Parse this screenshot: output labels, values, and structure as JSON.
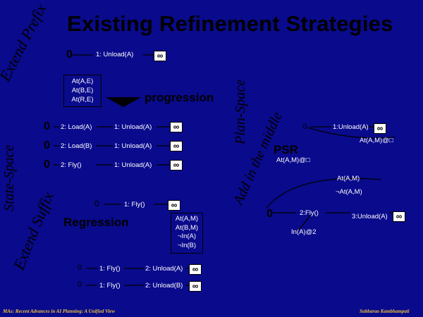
{
  "title": "Existing Refinement Strategies",
  "side_labels": {
    "extend_prefix": "Extend Prefix",
    "state_space": "State-Space",
    "extend_suffix": "Extend Suffix",
    "plan_space": "Plan-Space",
    "add_in_middle": "Add in the middle"
  },
  "progression": {
    "label": "progression",
    "top_zero": "0",
    "top_step": "1: Unload(A)",
    "top_state": [
      "At(A,E)",
      "At(B,E)",
      "At(R,E)"
    ],
    "rows": [
      {
        "zero": "0",
        "step1": "2: Load(A)",
        "step2": "1: Unload(A)"
      },
      {
        "zero": "0",
        "step1": "2: Load(B)",
        "step2": "1: Unload(A)"
      },
      {
        "zero": "0",
        "step1": "2: Fly()",
        "step2": "1: Unload(A)"
      }
    ]
  },
  "regression": {
    "label": "Regression",
    "top_zero": "0",
    "top_step": "1: Fly()",
    "goal_state": [
      "At(A,M)",
      "At(B,M)",
      "¬In(A)",
      "¬In(B)"
    ],
    "rows": [
      {
        "zero": "0",
        "step1": "1: Fly()",
        "step2": "2: Unload(A)"
      },
      {
        "zero": "0",
        "step1": "1: Fly()",
        "step2": "2: Unload(B)"
      }
    ]
  },
  "psr": {
    "label": "PSR",
    "zero": "0",
    "step": "1:Unload(A)",
    "cond_right": "At(A,M)@□",
    "cond_left": "At(A,M)@□",
    "cond_at": "At(A,M)",
    "cond_not_at": "¬At(A,M)",
    "lower_zero": "0",
    "lower_step1": "2:Fly()",
    "lower_step3": "3:Unload(A)",
    "lower_cond": "In(A)@2"
  },
  "infinity_symbol": "∞",
  "footer_left": "MAs: Recent Advances in AI Planning: A Unified View",
  "footer_right": "Subbarao Kambhampati",
  "colors": {
    "background": "#0a0a8c",
    "footer": "#e8c03c"
  }
}
